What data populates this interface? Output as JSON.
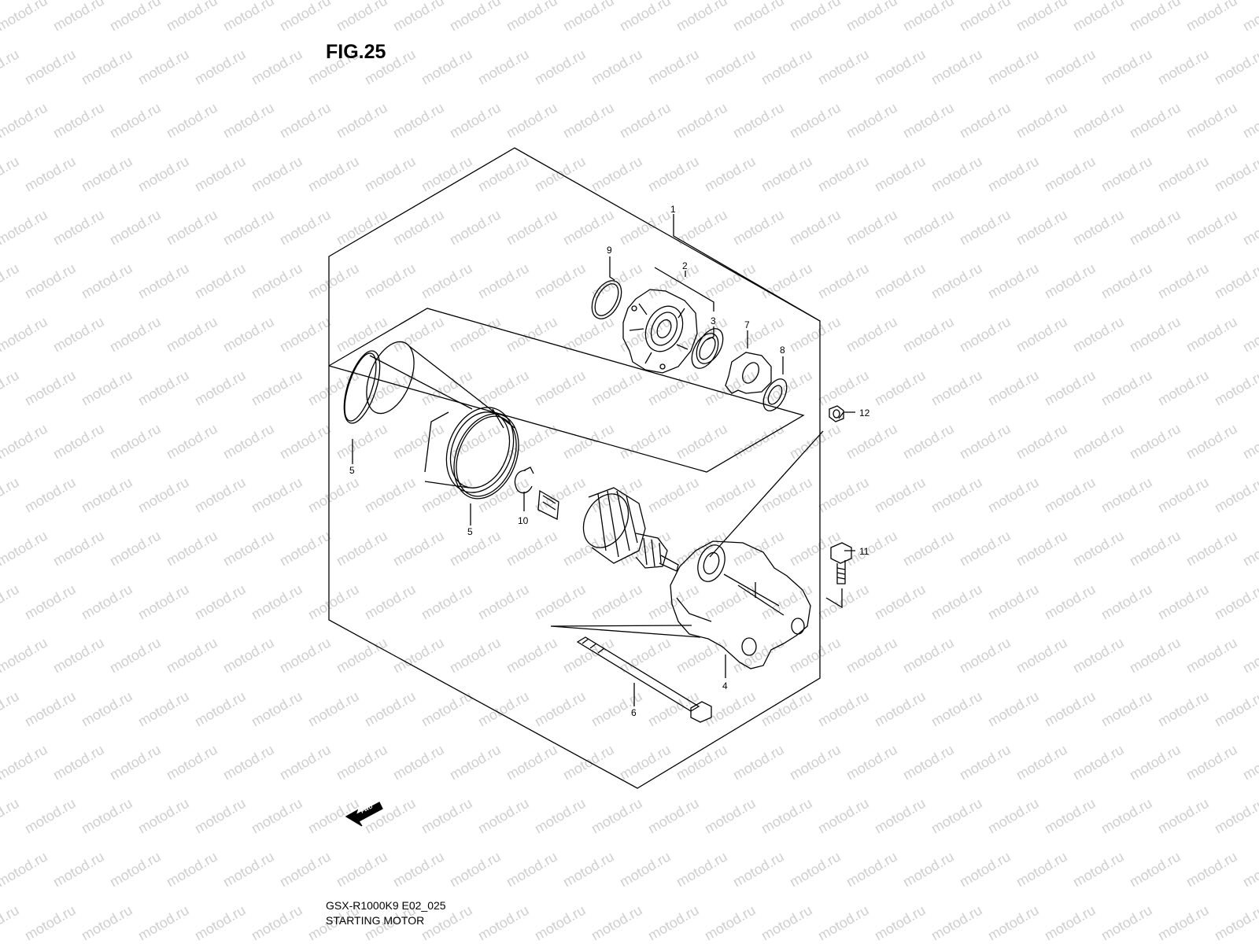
{
  "figure": {
    "title": "FIG.25",
    "model_code": "GSX-R1000K9 E02_025",
    "assembly_name": "STARTING MOTOR"
  },
  "watermark": {
    "text": "motod.ru",
    "color": "#cfcfcf"
  },
  "fwd_label": "FWD",
  "callouts": [
    {
      "id": "c1",
      "label": "1"
    },
    {
      "id": "c2",
      "label": "2"
    },
    {
      "id": "c3",
      "label": "3"
    },
    {
      "id": "c4",
      "label": "4"
    },
    {
      "id": "c5a",
      "label": "5"
    },
    {
      "id": "c5b",
      "label": "5"
    },
    {
      "id": "c6",
      "label": "6"
    },
    {
      "id": "c7",
      "label": "7"
    },
    {
      "id": "c8",
      "label": "8"
    },
    {
      "id": "c9",
      "label": "9"
    },
    {
      "id": "c10",
      "label": "10"
    },
    {
      "id": "c11",
      "label": "11"
    },
    {
      "id": "c12",
      "label": "12"
    }
  ],
  "colors": {
    "line": "#000000",
    "background": "#ffffff"
  }
}
